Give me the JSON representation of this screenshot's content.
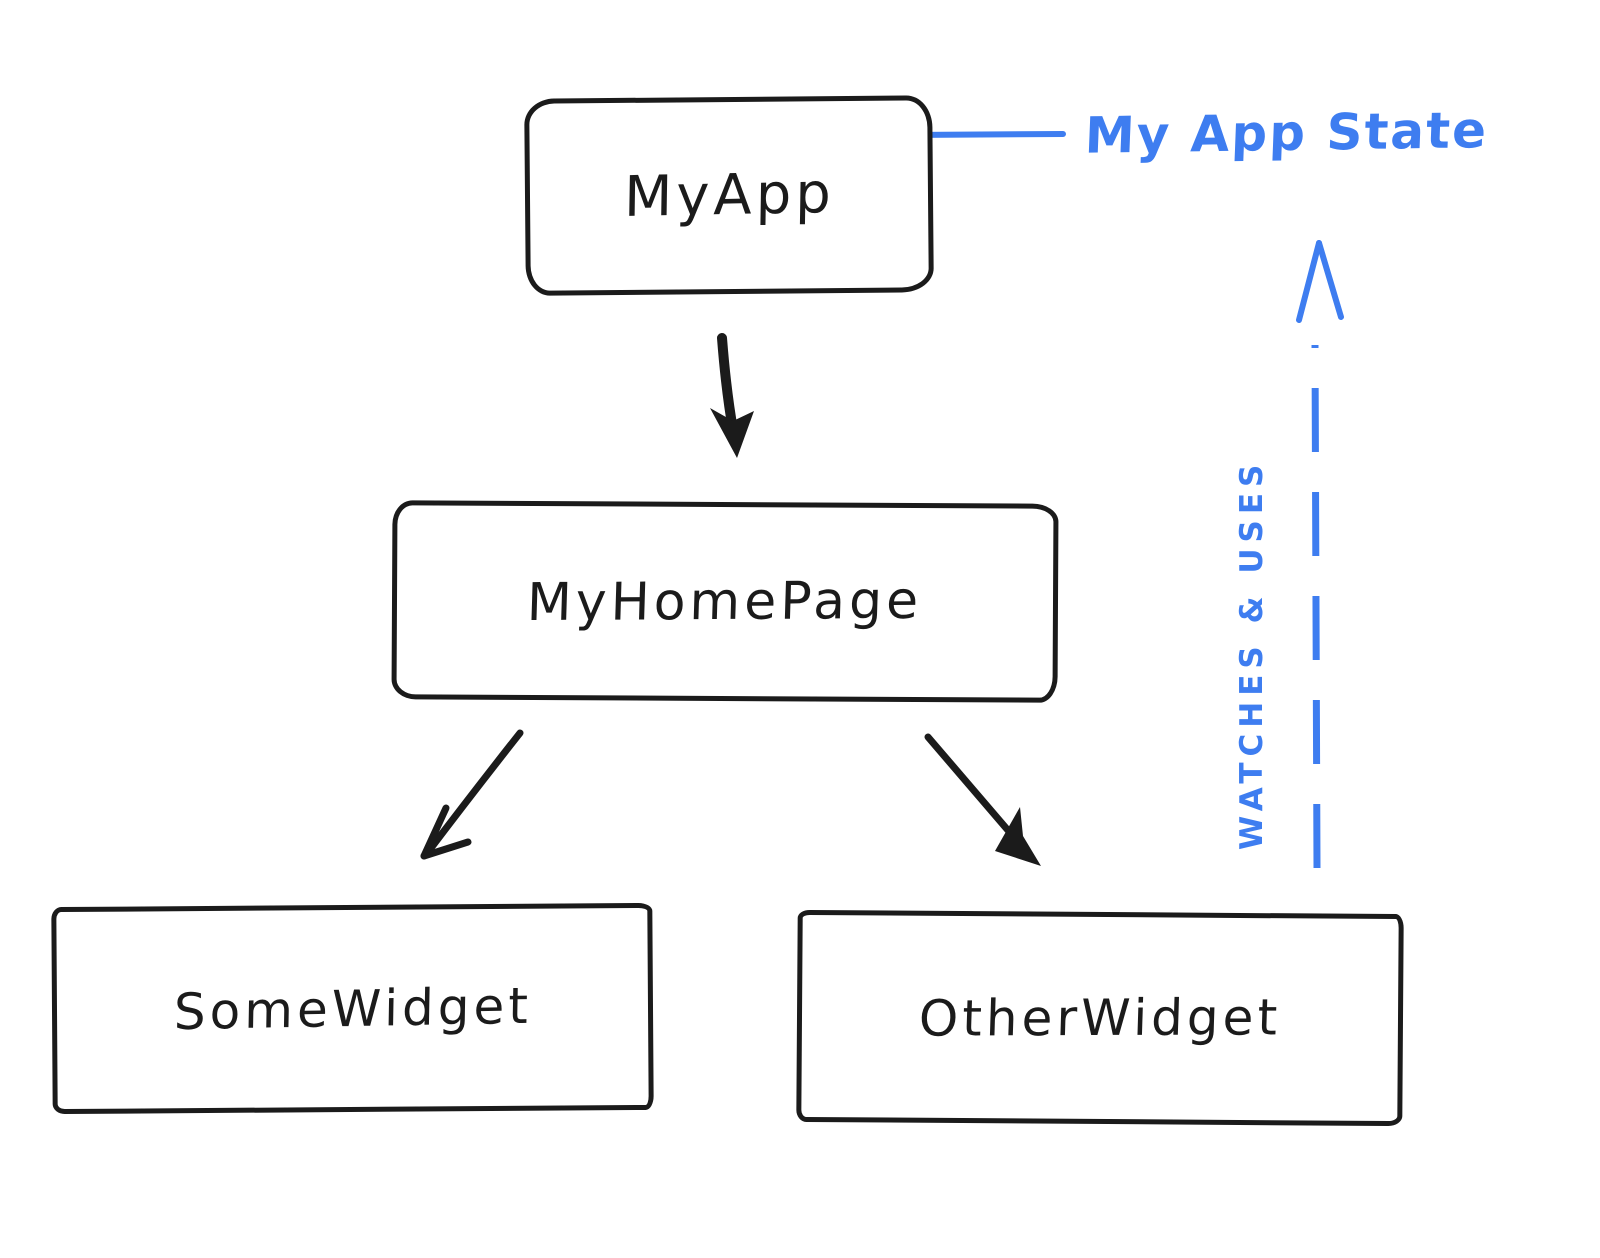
{
  "colors": {
    "ink": "#1b1b1b",
    "accent": "#3e7df0"
  },
  "nodes": {
    "my_app": {
      "label": "MyApp"
    },
    "my_home_page": {
      "label": "MyHomePage"
    },
    "some_widget": {
      "label": "SomeWidget"
    },
    "other_widget": {
      "label": "OtherWidget"
    }
  },
  "annotations": {
    "app_state_label": "My App State",
    "watches_uses_label": "WATCHES & USES"
  }
}
